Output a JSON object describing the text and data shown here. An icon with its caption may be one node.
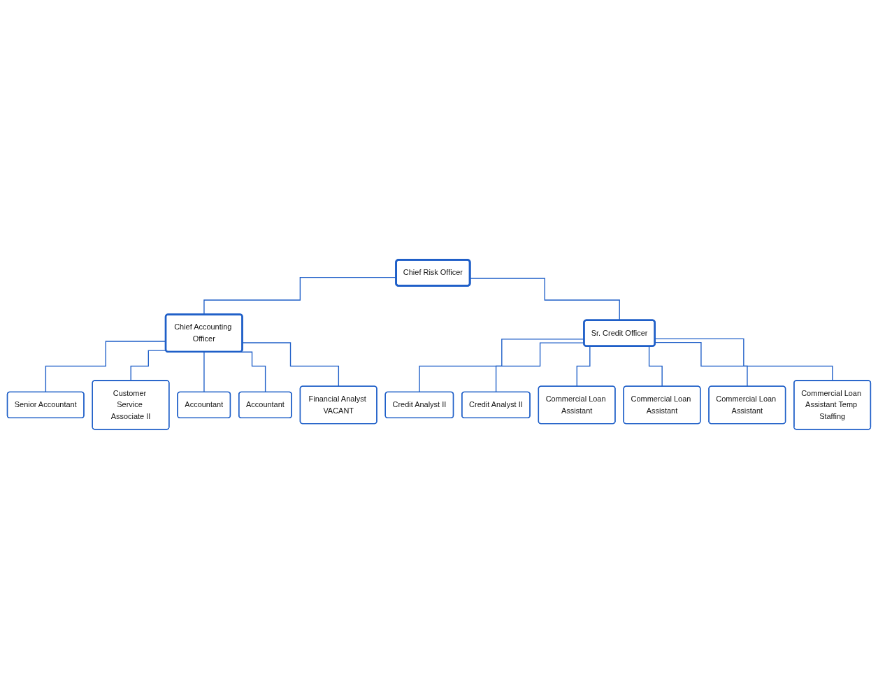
{
  "diagram": {
    "nodes": [
      {
        "text": [
          "Chief Risk Officer"
        ]
      },
      {
        "text": [
          "Chief Accounting Officer"
        ]
      },
      {
        "text": [
          "Sr. Credit Officer"
        ]
      },
      {
        "text": [
          "Senior Accountant"
        ]
      },
      {
        "text": [
          "Customer Service Associate II"
        ]
      },
      {
        "text": [
          "Accountant"
        ]
      },
      {
        "text": [
          "Accountant"
        ]
      },
      {
        "text": [
          "Financial Analyst VACANT"
        ]
      },
      {
        "text": [
          "Credit Analyst II"
        ]
      },
      {
        "text": [
          "Credit Analyst II"
        ]
      },
      {
        "text": [
          "Commercial Loan Assistant"
        ]
      },
      {
        "text": [
          "Commercial Loan Assistant"
        ]
      },
      {
        "text": [
          "Commercial Loan Assistant"
        ]
      },
      {
        "text": [
          "Commercial Loan Assistant Temp Staffing"
        ]
      }
    ],
    "edges": [
      {
        "from": 0,
        "to": 1,
        "arrow": "none"
      },
      {
        "from": 0,
        "to": 2,
        "arrow": "none"
      },
      {
        "from": 1,
        "to": 3,
        "arrow": "none"
      },
      {
        "from": 1,
        "to": 4,
        "arrow": "none"
      },
      {
        "from": 1,
        "to": 5,
        "arrow": "none"
      },
      {
        "from": 1,
        "to": 6,
        "arrow": "none"
      },
      {
        "from": 1,
        "to": 7,
        "arrow": "none"
      },
      {
        "from": 2,
        "to": 8,
        "arrow": "none"
      },
      {
        "from": 2,
        "to": 9,
        "arrow": "none"
      },
      {
        "from": 2,
        "to": 10,
        "arrow": "none"
      },
      {
        "from": 2,
        "to": 11,
        "arrow": "none"
      },
      {
        "from": 2,
        "to": 12,
        "arrow": "none"
      },
      {
        "from": 2,
        "to": 13,
        "arrow": "none"
      }
    ]
  }
}
